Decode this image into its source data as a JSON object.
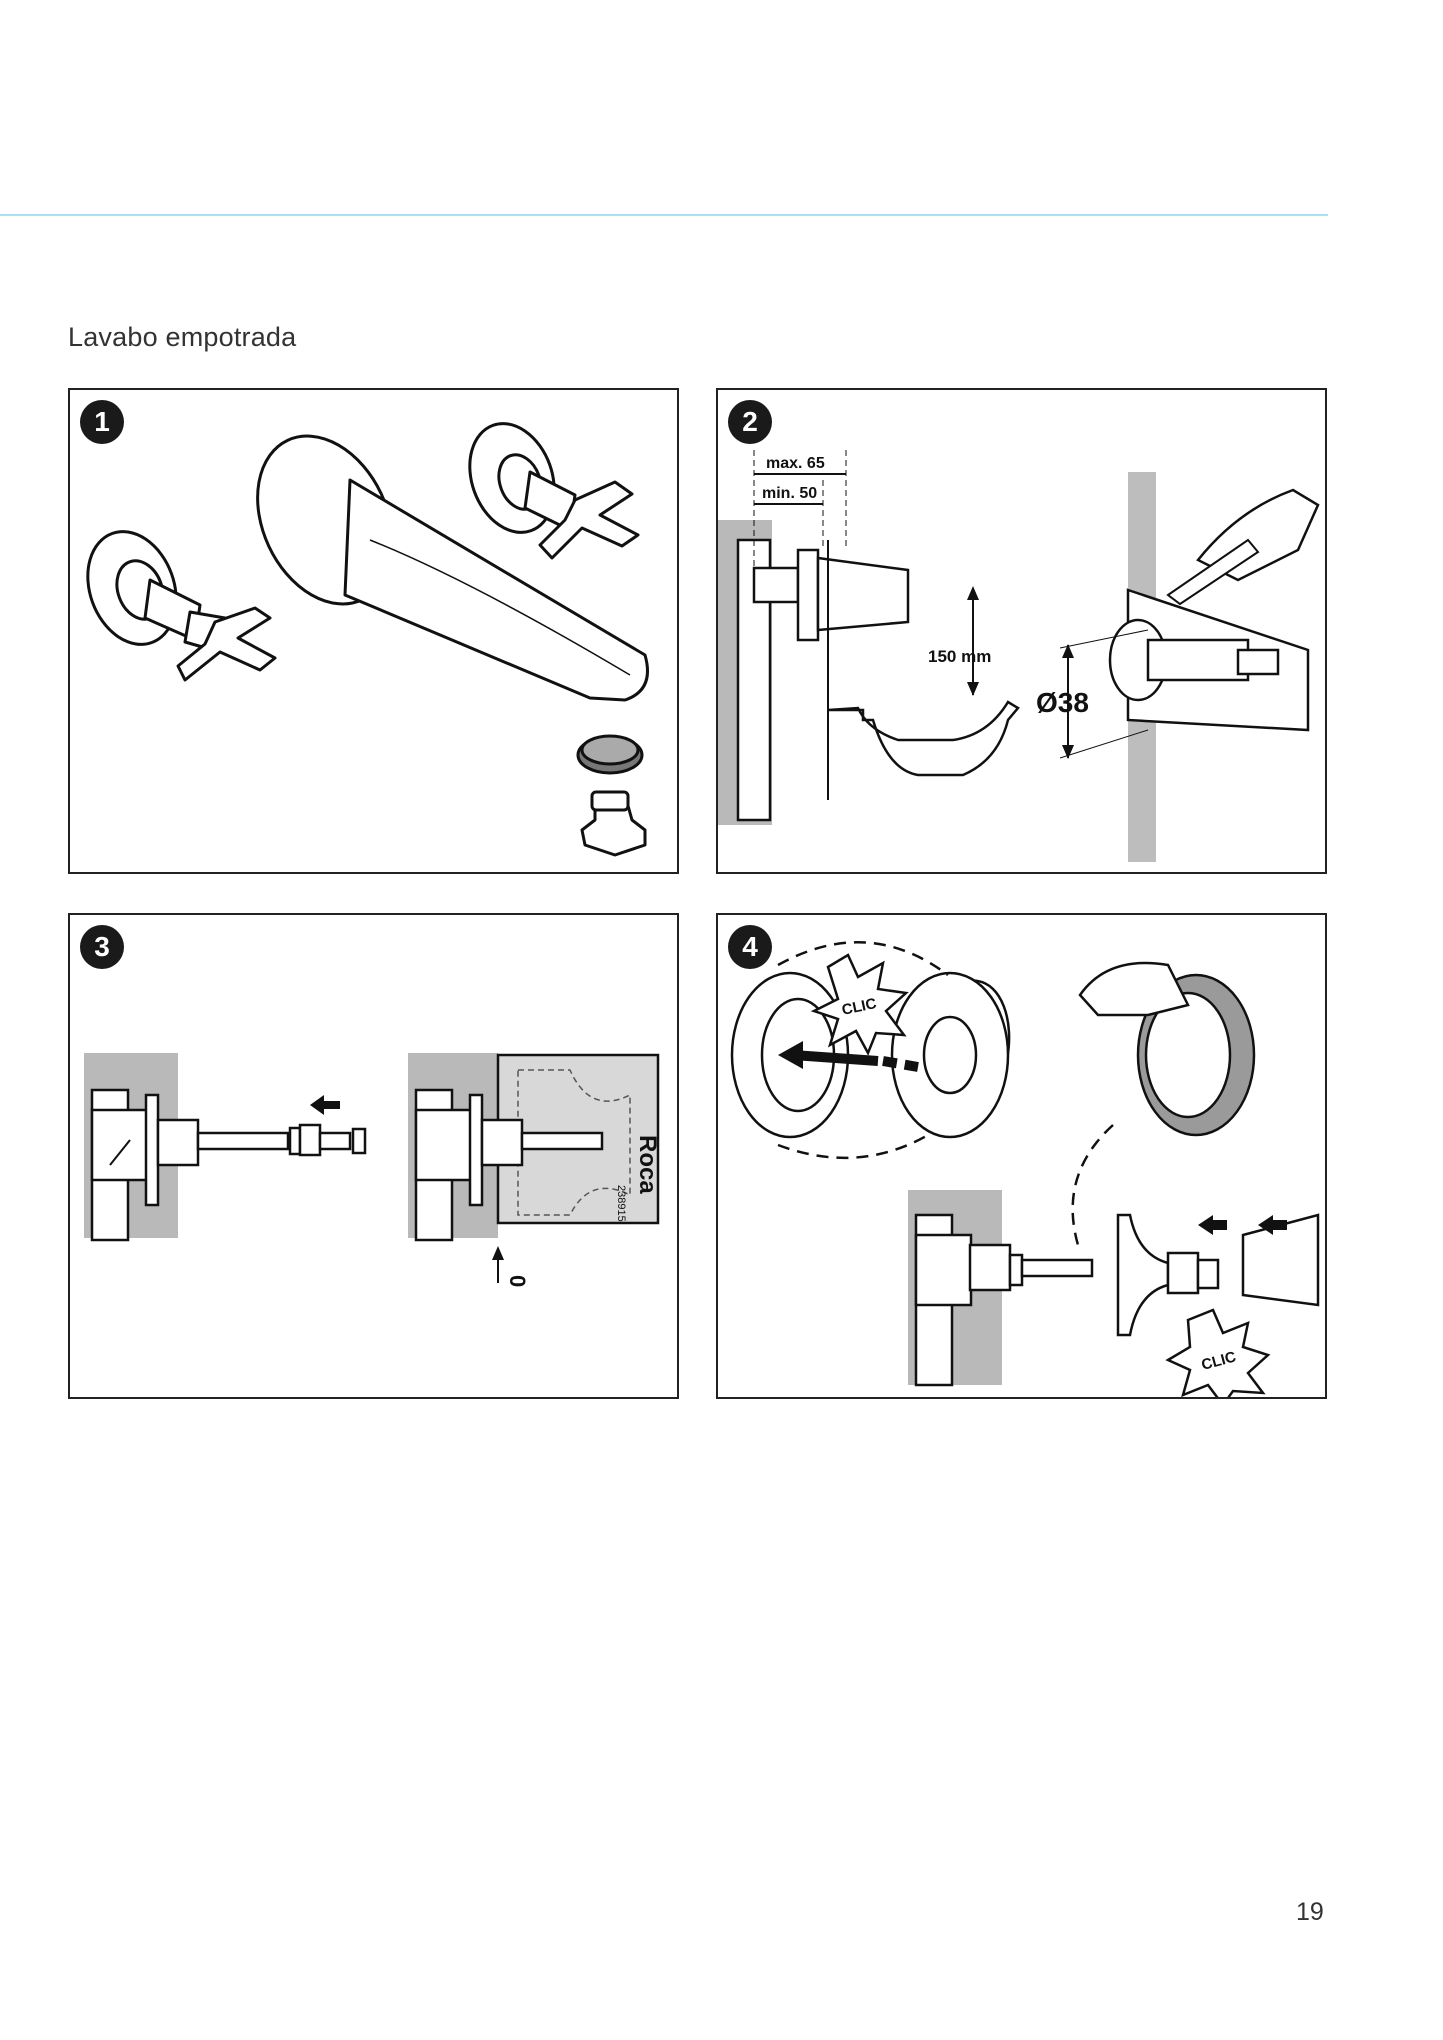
{
  "heading": "Lavabo empotrada",
  "page_number": "19",
  "steps": [
    {
      "number": "1"
    },
    {
      "number": "2",
      "labels": {
        "max": "max. 65",
        "min": "min. 50",
        "height": "150 mm",
        "diameter": "Ø38"
      }
    },
    {
      "number": "3",
      "labels": {
        "brand": "Roca",
        "code": "238915",
        "zero": "0"
      }
    },
    {
      "number": "4",
      "labels": {
        "clic_top": "CLIC",
        "clic_bottom": "CLIC"
      }
    }
  ]
}
